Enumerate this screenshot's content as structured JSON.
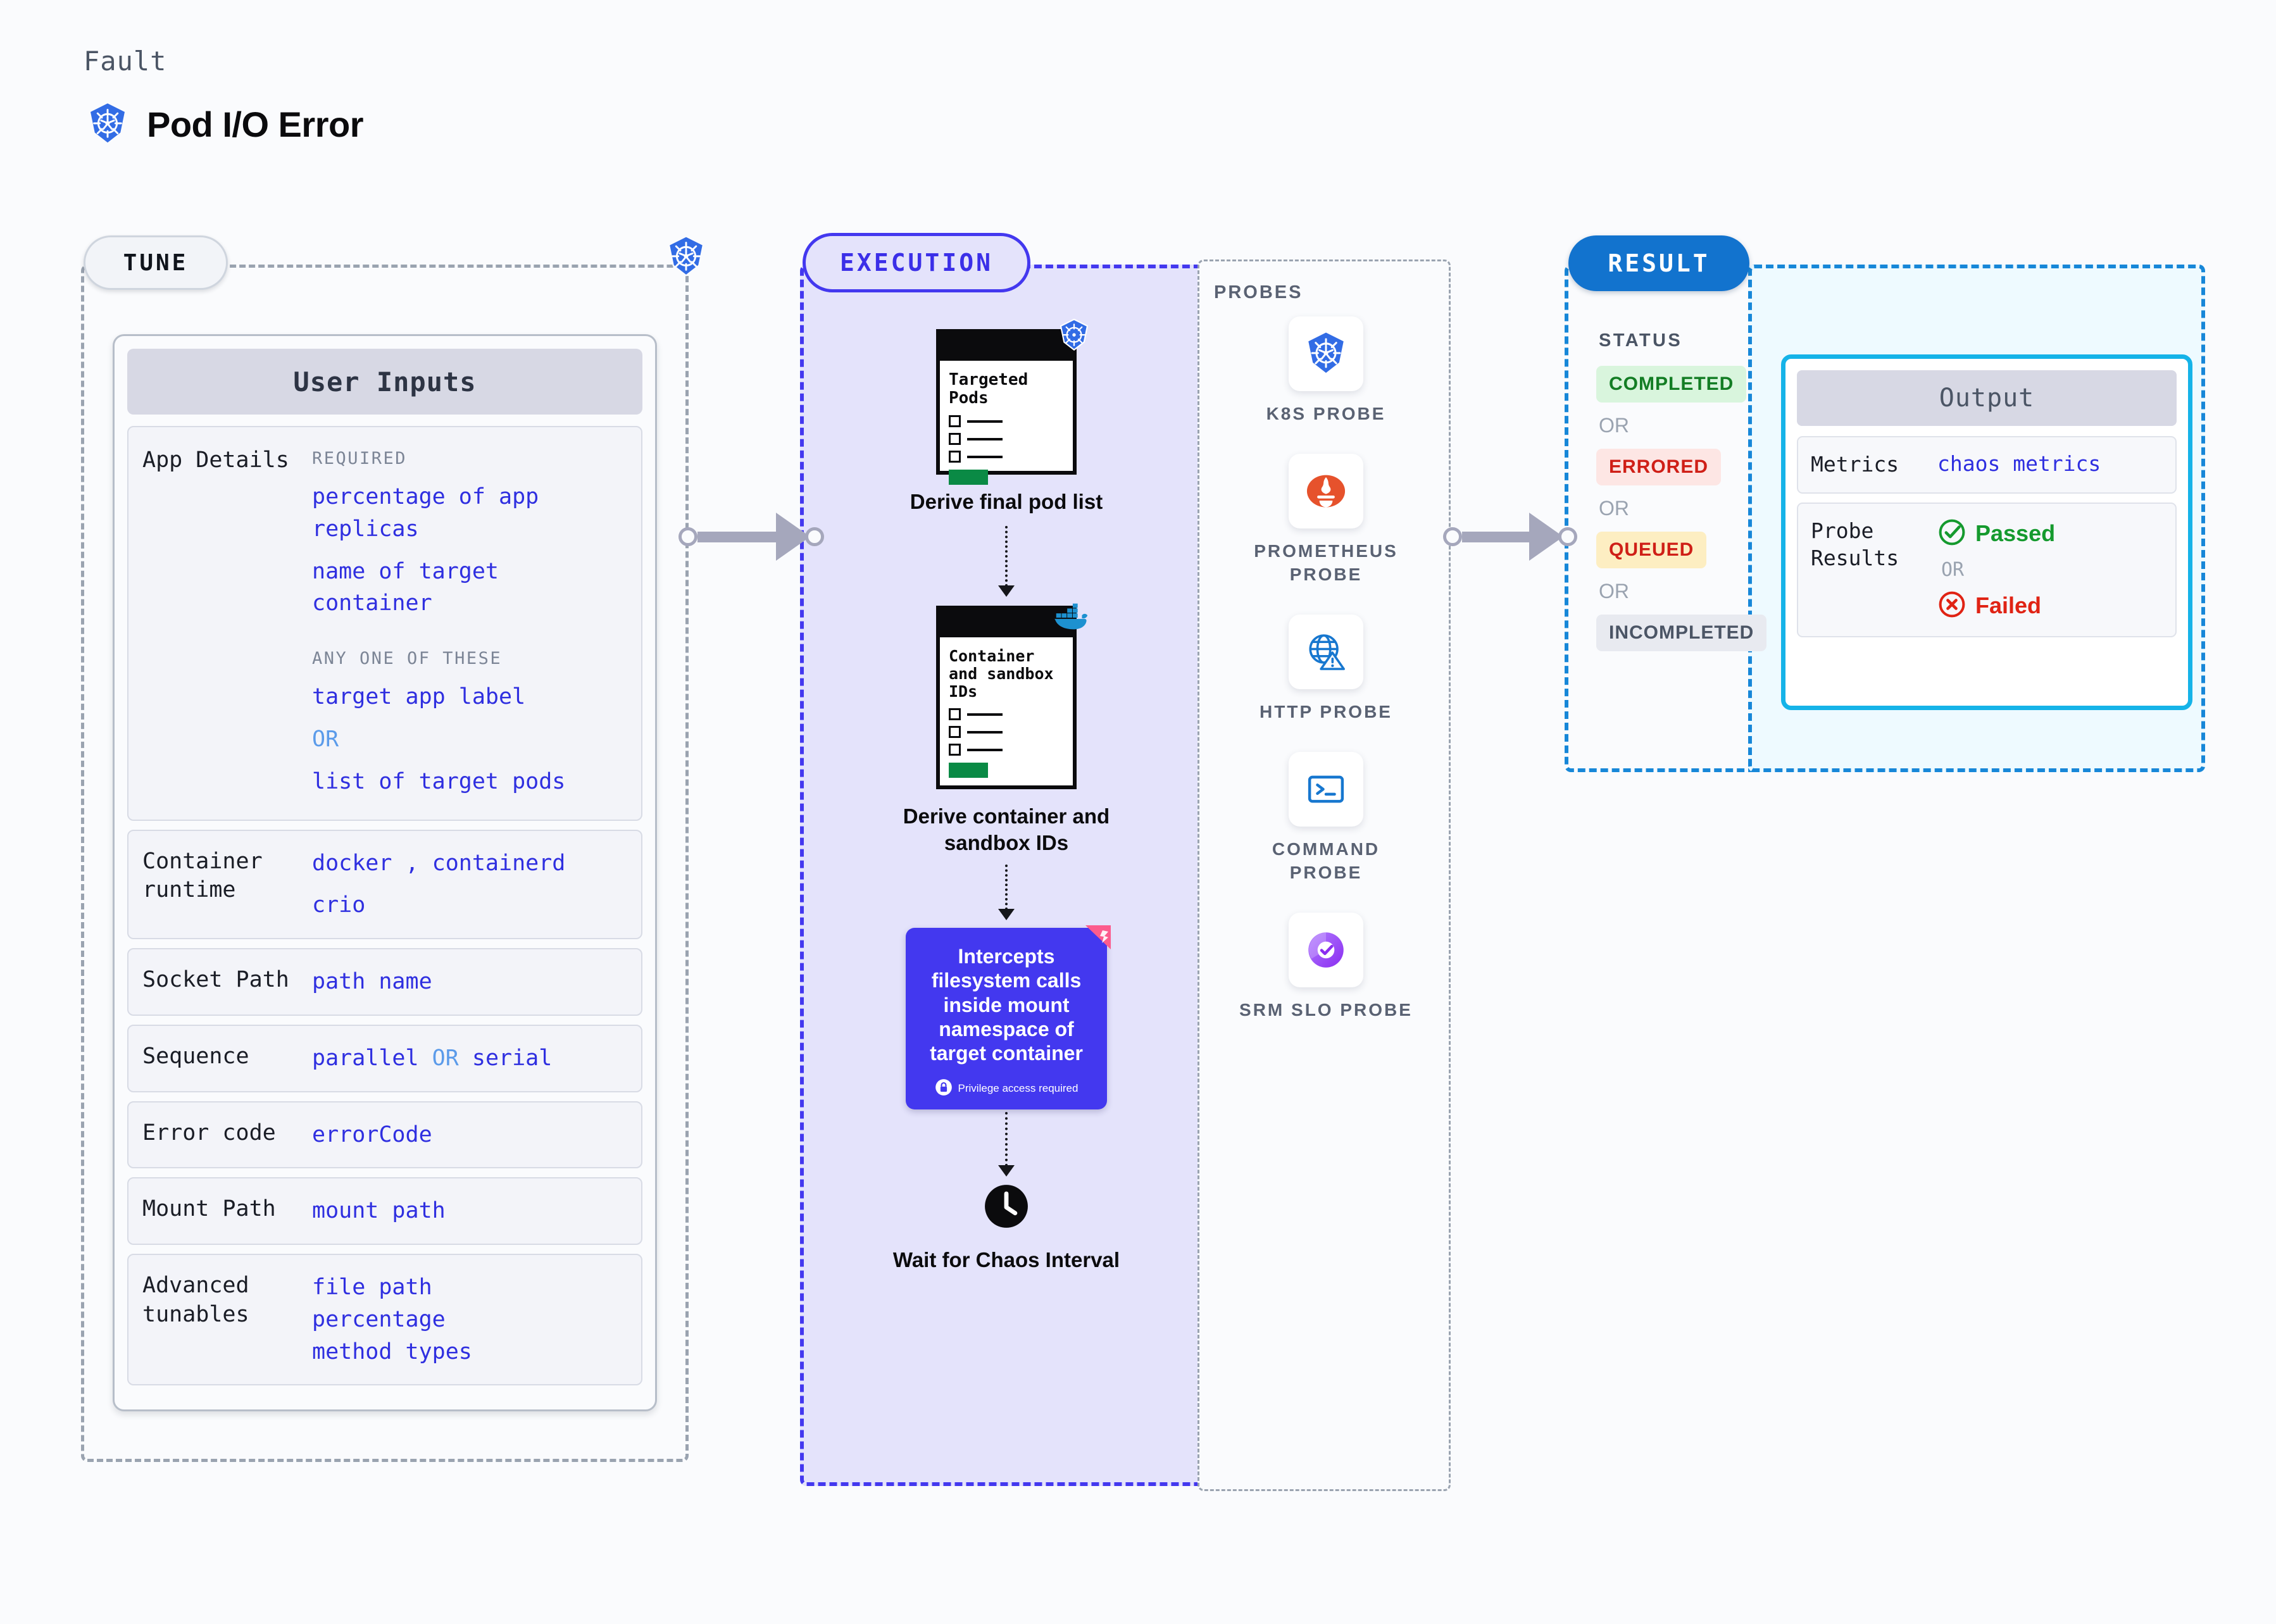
{
  "header": {
    "kicker": "Fault",
    "title": "Pod I/O Error",
    "icon": "kubernetes-icon"
  },
  "sections": {
    "tune_pill": "TUNE",
    "execution_pill": "EXECUTION",
    "result_pill": "RESULT",
    "probes_title": "PROBES",
    "status_title": "STATUS"
  },
  "user_inputs": {
    "header": "User Inputs",
    "rows": [
      {
        "key": "App Details",
        "groups": [
          {
            "subhead": "REQUIRED",
            "values": [
              "percentage of app replicas",
              "name of target container"
            ]
          },
          {
            "subhead": "ANY ONE OF THESE",
            "values": [
              "target app label",
              "OR",
              "list of target pods"
            ]
          }
        ]
      },
      {
        "key": "Container runtime",
        "values": [
          "docker , containerd",
          "crio"
        ]
      },
      {
        "key": "Socket Path",
        "values": [
          "path name"
        ]
      },
      {
        "key": "Sequence",
        "values": [
          "parallel OR serial"
        ]
      },
      {
        "key": "Error code",
        "values": [
          "errorCode"
        ]
      },
      {
        "key": "Mount Path",
        "values": [
          "mount path"
        ]
      },
      {
        "key": "Advanced tunables",
        "values": [
          "file path",
          "percentage",
          "method types"
        ]
      }
    ]
  },
  "execution": {
    "nodes": [
      {
        "card_title": "Targeted Pods",
        "label": "Derive final pod list",
        "badge_icon": "kubernetes-icon"
      },
      {
        "card_title": "Container and sandbox IDs",
        "label": "Derive container and sandbox IDs",
        "badge_icon": "docker-icon"
      }
    ],
    "action": {
      "text": "Intercepts filesystem calls inside mount namespace of target container",
      "footnote": "Privilege access required",
      "footnote_icon": "lock-icon",
      "ribbon_icon": "litmus-ribbon-icon",
      "color": "#4338ef"
    },
    "wait": {
      "label": "Wait for Chaos Interval",
      "icon": "clock-icon"
    }
  },
  "probes": [
    {
      "name": "K8S PROBE",
      "icon": "kubernetes-icon"
    },
    {
      "name": "PROMETHEUS PROBE",
      "icon": "prometheus-icon"
    },
    {
      "name": "HTTP PROBE",
      "icon": "globe-warning-icon"
    },
    {
      "name": "COMMAND PROBE",
      "icon": "terminal-icon"
    },
    {
      "name": "SRM SLO PROBE",
      "icon": "srm-slo-icon"
    }
  ],
  "status": {
    "badges": [
      {
        "label": "COMPLETED",
        "style": "b-completed",
        "color": "#137d24",
        "bg": "#d9f5dd"
      },
      {
        "label": "ERRORED",
        "style": "b-errored",
        "color": "#cf1f17",
        "bg": "#fde6e4"
      },
      {
        "label": "QUEUED",
        "style": "b-queued",
        "color": "#cf1f17",
        "bg": "#fdeec2"
      },
      {
        "label": "INCOMPLETED",
        "style": "b-incompleted",
        "color": "#4b5565",
        "bg": "#e8eaf0"
      }
    ],
    "separator": "OR"
  },
  "output": {
    "header": "Output",
    "metrics_key": "Metrics",
    "metrics_value": "chaos metrics",
    "probe_results_key": "Probe Results",
    "passed": "Passed",
    "or": "OR",
    "failed": "Failed",
    "passed_icon": "check-circle-icon",
    "failed_icon": "x-circle-icon"
  }
}
